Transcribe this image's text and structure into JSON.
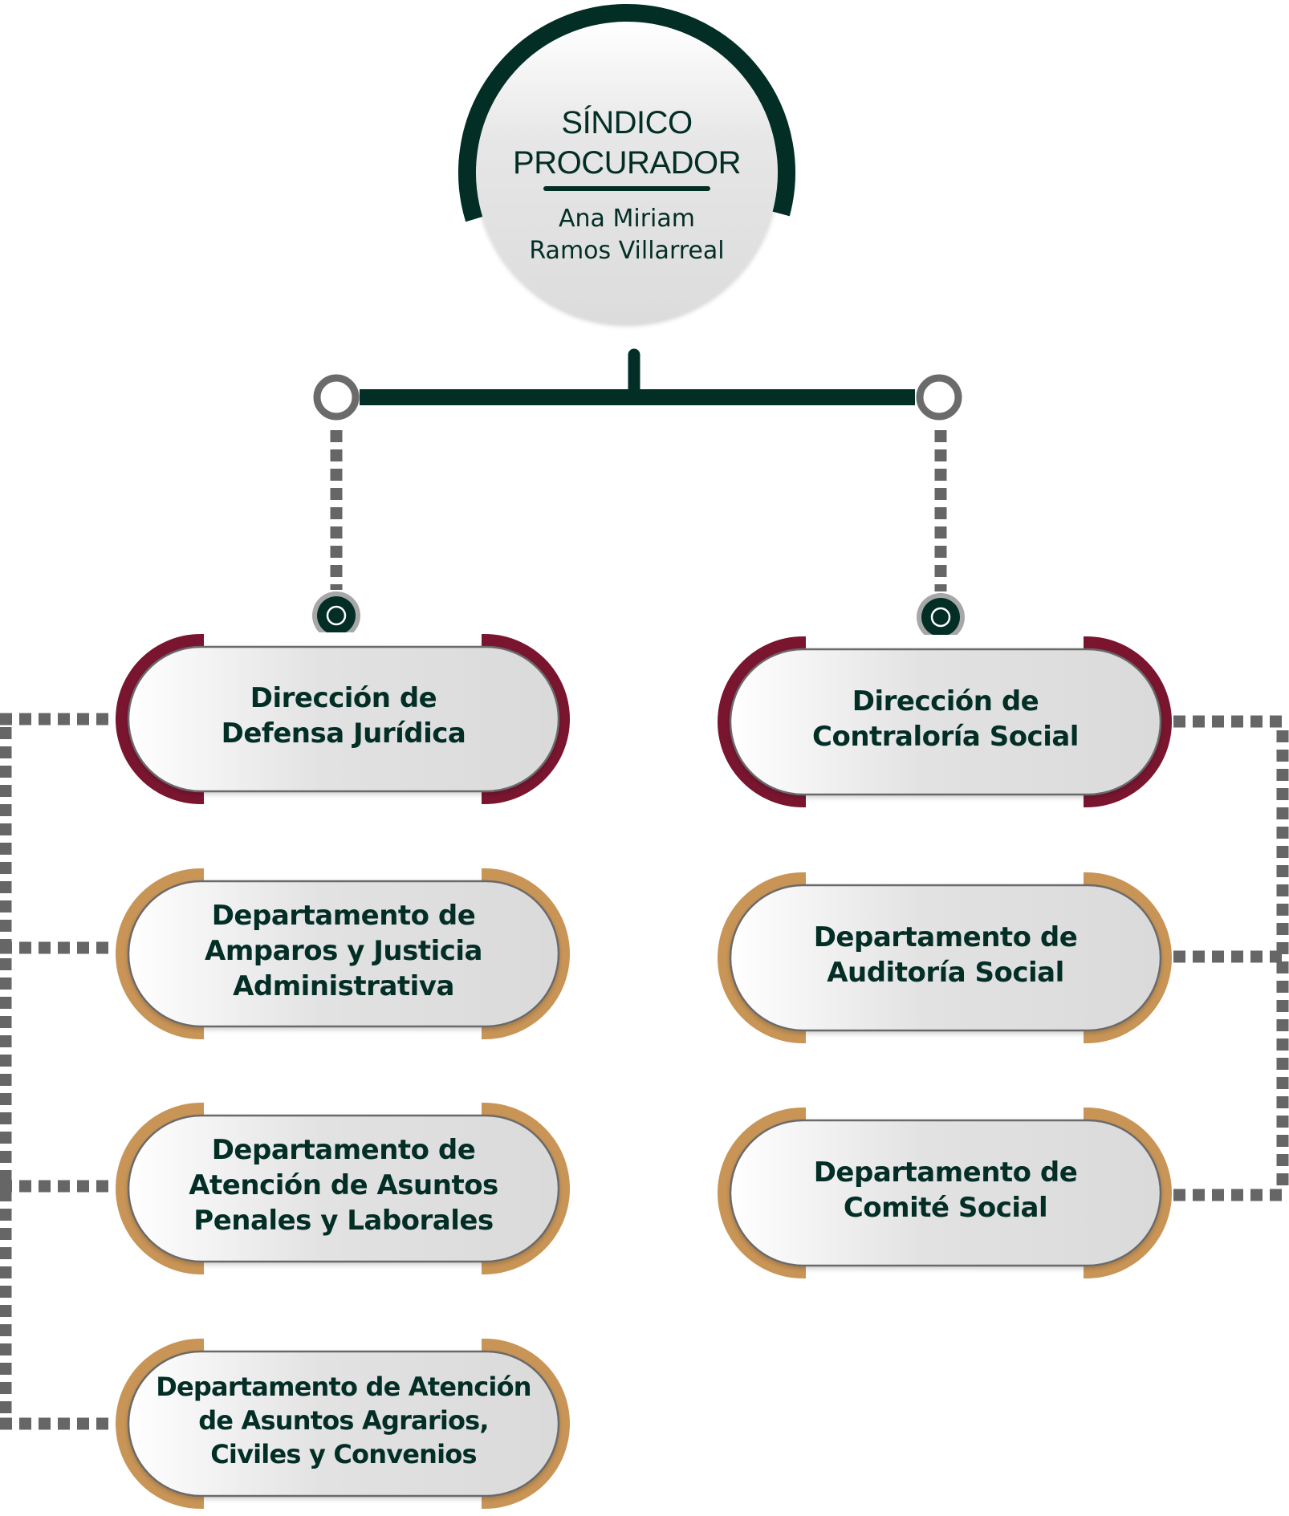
{
  "title": "Organigrama Sindicatura",
  "colors": {
    "dark_green": "#022e26",
    "wine": "#7a1530",
    "gold": "#c99557",
    "connector_gray": "#666666",
    "ring_gray": "#6b6b6b",
    "box_fill_light": "#f7f7f7",
    "box_fill_dark": "#dcdcdc"
  },
  "top": {
    "title_lines": [
      "SÍNDICO",
      "PROCURADOR"
    ],
    "name_lines": [
      "Ana Miriam",
      "Ramos Villarreal"
    ]
  },
  "left_branch": {
    "head": {
      "lines": [
        "Dirección de",
        "Defensa Jurídica"
      ],
      "accent": "wine"
    },
    "children": [
      {
        "lines": [
          "Departamento de",
          "Amparos y Justicia",
          "Administrativa"
        ],
        "accent": "gold"
      },
      {
        "lines": [
          "Departamento de",
          "Atención de Asuntos",
          "Penales y Laborales"
        ],
        "accent": "gold"
      },
      {
        "lines": [
          "Departamento de Atención",
          "de Asuntos Agrarios,",
          "Civiles y Convenios"
        ],
        "accent": "gold"
      }
    ]
  },
  "right_branch": {
    "head": {
      "lines": [
        "Dirección de",
        "Contraloría Social"
      ],
      "accent": "wine"
    },
    "children": [
      {
        "lines": [
          "Departamento de",
          "Auditoría Social"
        ],
        "accent": "gold"
      },
      {
        "lines": [
          "Departamento de",
          "Comité Social"
        ],
        "accent": "gold"
      }
    ]
  }
}
